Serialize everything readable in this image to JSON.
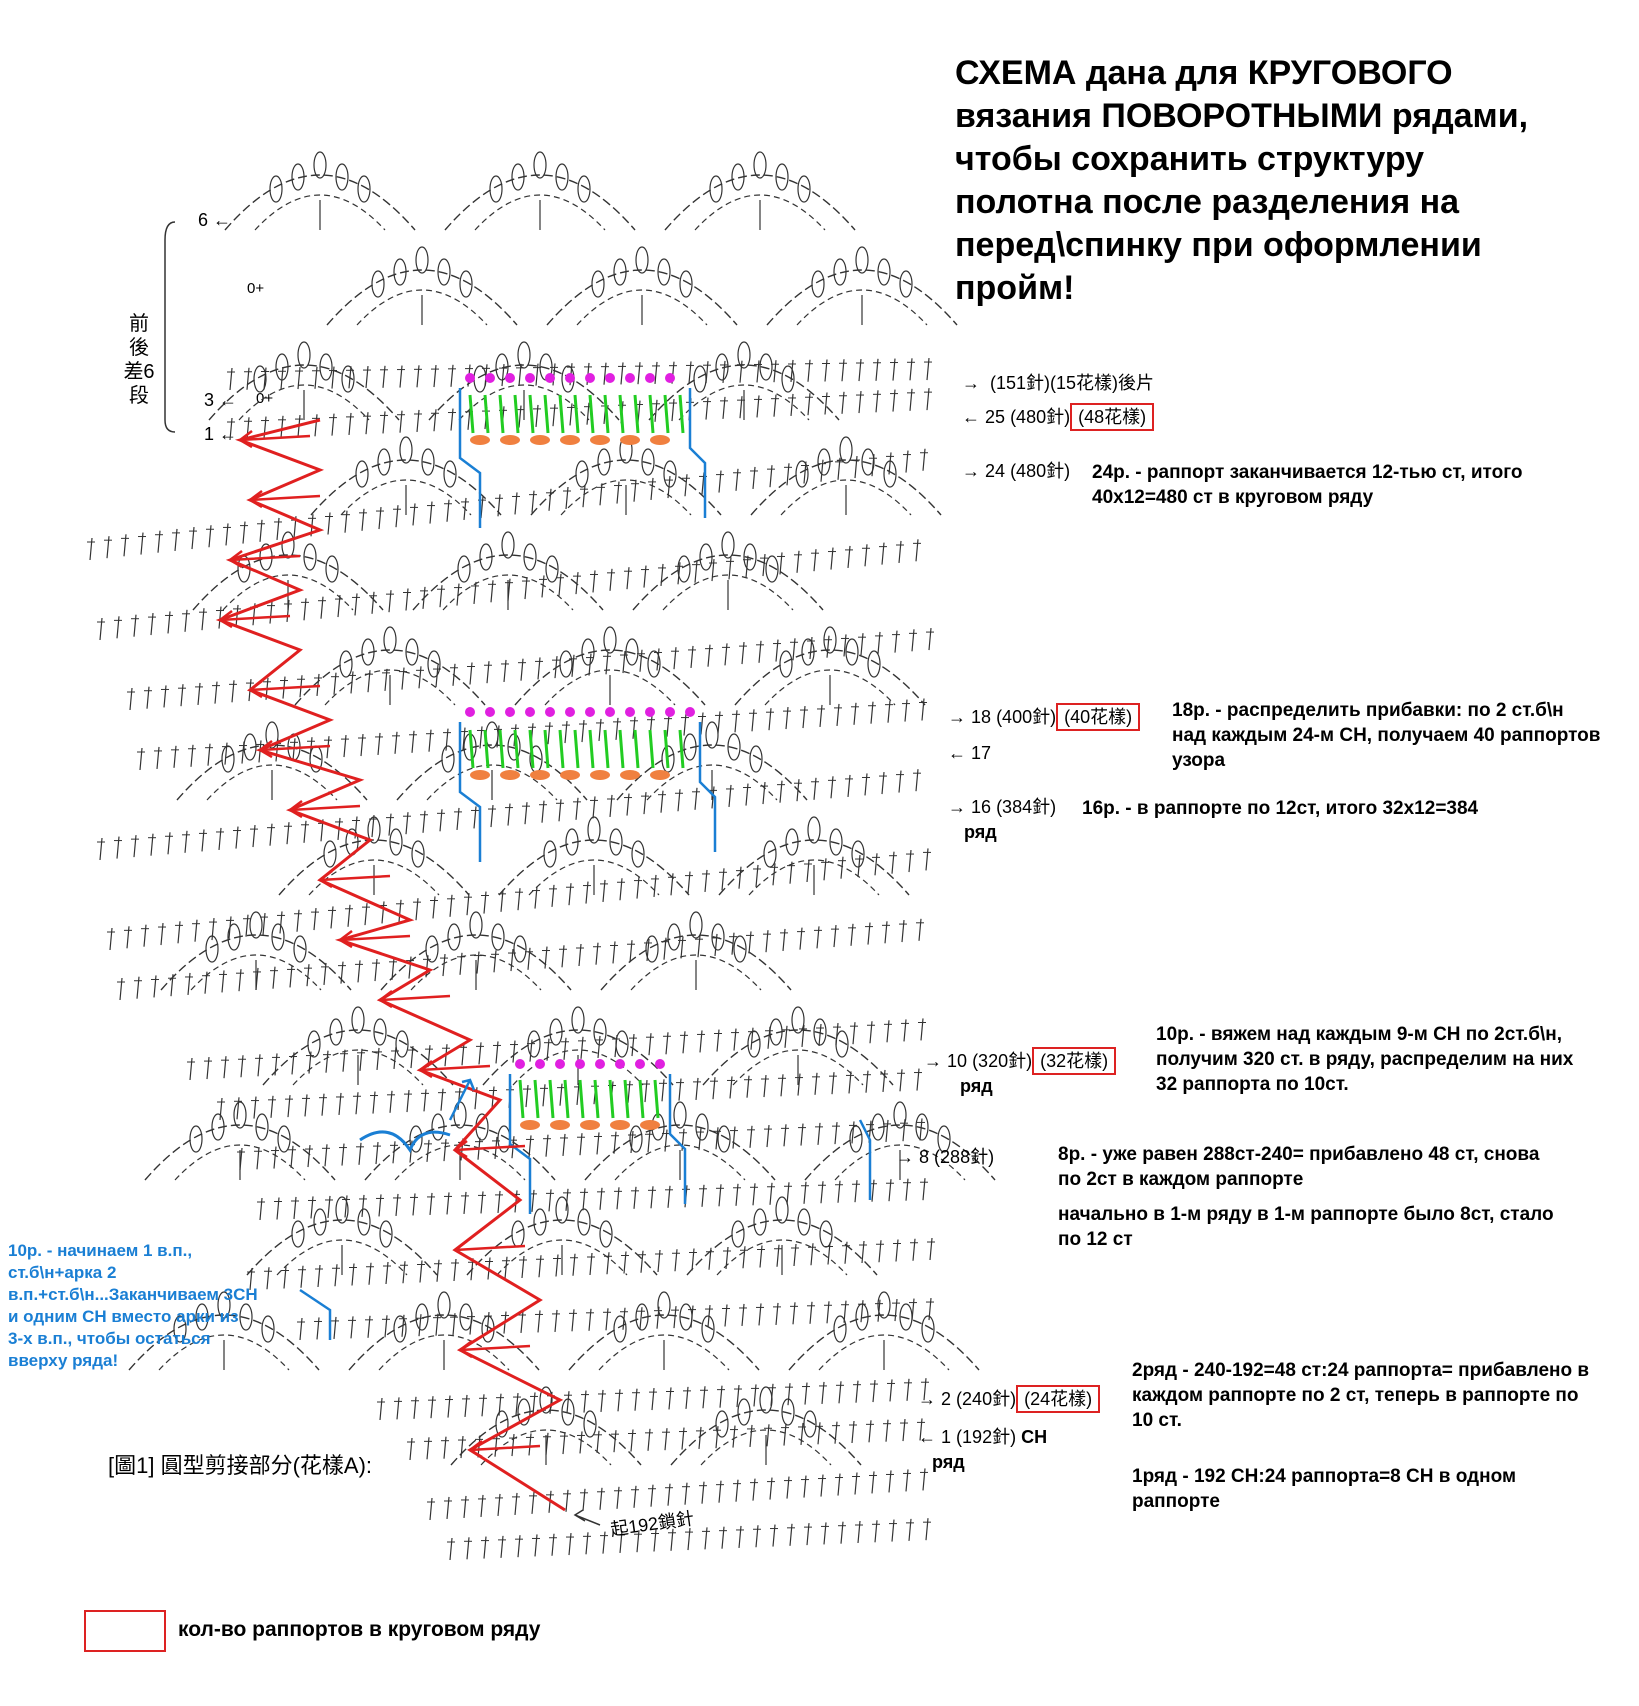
{
  "title": "СХЕМА дана для КРУГОВОГО вязания ПОВОРОТНЫМИ рядами, чтобы сохранить структуру полотна после разделения на перед\\спинку при оформлении пройм!",
  "side_label": "前後差6段",
  "left_rows": [
    "6",
    "3",
    "1"
  ],
  "left_small": [
    "0+",
    "0+"
  ],
  "rows": {
    "r_back": {
      "arrow": "→",
      "label": "(151針)(15花樣)後片"
    },
    "r25": {
      "arrow": "←",
      "num": "25",
      "stitches": "(480針)",
      "boxed": "(48花樣)"
    },
    "r24": {
      "arrow": "→",
      "num": "24",
      "stitches": "(480針)"
    },
    "r18": {
      "arrow": "→",
      "num": "18",
      "stitches": "(400針)",
      "boxed": "(40花樣)"
    },
    "r17": {
      "arrow": "←",
      "num": "17"
    },
    "r16": {
      "arrow": "→",
      "num": "16",
      "stitches": "(384針)",
      "ryad": "ряд"
    },
    "r10": {
      "arrow": "→",
      "num": "10",
      "stitches": "(320針)",
      "boxed": "(32花樣)",
      "ryad": "ряд"
    },
    "r8": {
      "arrow": "→",
      "num": "8",
      "stitches": "(288針)"
    },
    "r2": {
      "arrow": "→",
      "num": "2",
      "stitches": "(240針)",
      "boxed": "(24花樣)"
    },
    "r1": {
      "arrow": "←",
      "num": "1",
      "stitches": "(192針)",
      "ch": "СН",
      "ryad": "ряд"
    }
  },
  "notes": {
    "n24": "24р. - раппорт заканчивается 12-тью ст, итого 40х12=480 ст в круговом ряду",
    "n18": "18р. - распределить прибавки: по 2 ст.б\\н над каждым 24-м СН, получаем 40 раппортов узора",
    "n16": "16р. - в раппорте по 12ст, итого 32х12=384",
    "n10": "10р. - вяжем над каждым 9-м СН по 2ст.б\\н, получим 320 ст. в ряду, распределим на них 32 раппорта по 10ст.",
    "n8": "8р. - уже равен 288ст-240= прибавлено 48 ст, снова по 2ст в каждом раппорте",
    "n_orig": "начально в 1-м ряду в 1-м раппорте было 8ст, стало по 12 ст",
    "n2": "2ряд - 240-192=48 ст:24 раппорта= прибавлено в каждом раппорте по 2 ст, теперь в раппорте по 10 ст.",
    "n1": "1ряд - 192 СН:24 раппорта=8 СН в одном раппорте"
  },
  "blue_note": "10р. - начинаем 1 в.п., ст.б\\н+арка 2 в.п.+ст.б\\н...Заканчиваем 3СН и одним СН вместо арки из 3-х в.п., чтобы остаться вверху ряда!",
  "figure_caption": "[圖1] 圓型剪接部分(花樣A):",
  "start_label": "起192鎖針",
  "legend": "кол-во раппортов в круговом ряду",
  "colors": {
    "red": "#e02020",
    "magenta": "#e020e0",
    "green": "#22cc22",
    "orange": "#f08040",
    "blue": "#1a7fd4",
    "ink": "#333333"
  }
}
